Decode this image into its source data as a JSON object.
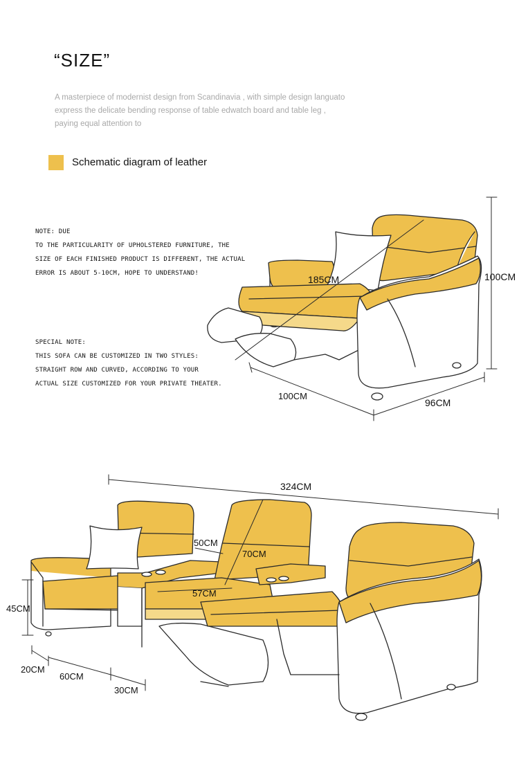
{
  "header": {
    "title": "“SIZE”",
    "intro_lines": [
      "A masterpiece of modernist design from Scandinavia , with simple design languato",
      "express the delicate bending response of table edwatch board and table leg ,",
      "paying equal attention to"
    ]
  },
  "legend": {
    "label": "Schematic diagram of leather",
    "color": "#eec04d"
  },
  "notes": {
    "note_lines": [
      "NOTE: DUE",
      "TO THE PARTICULARITY OF UPHOLSTERED FURNITURE, THE",
      "SIZE OF EACH FINISHED PRODUCT IS DIFFERENT, THE ACTUAL",
      "ERROR IS ABOUT 5-10CM, HOPE TO UNDERSTAND!"
    ],
    "special_lines": [
      "SPECIAL NOTE:",
      "THIS SOFA CAN BE CUSTOMIZED IN TWO STYLES:",
      "STRAIGHT ROW AND CURVED, ACCORDING TO YOUR",
      "ACTUAL SIZE CUSTOMIZED FOR YOUR PRIVATE THEATER."
    ]
  },
  "single": {
    "length": "185CM",
    "height": "100CM",
    "width": "100CM",
    "depth": "96CM"
  },
  "row": {
    "total": "324CM",
    "console": "50CM",
    "back": "70CM",
    "seat": "57CM",
    "seat_height": "45CM",
    "arm": "20CM",
    "seat_width": "60CM",
    "console_width": "30CM"
  },
  "colors": {
    "leather": "#eec04d",
    "leather_light": "#f5d98a",
    "outline": "#2a2a2a"
  }
}
